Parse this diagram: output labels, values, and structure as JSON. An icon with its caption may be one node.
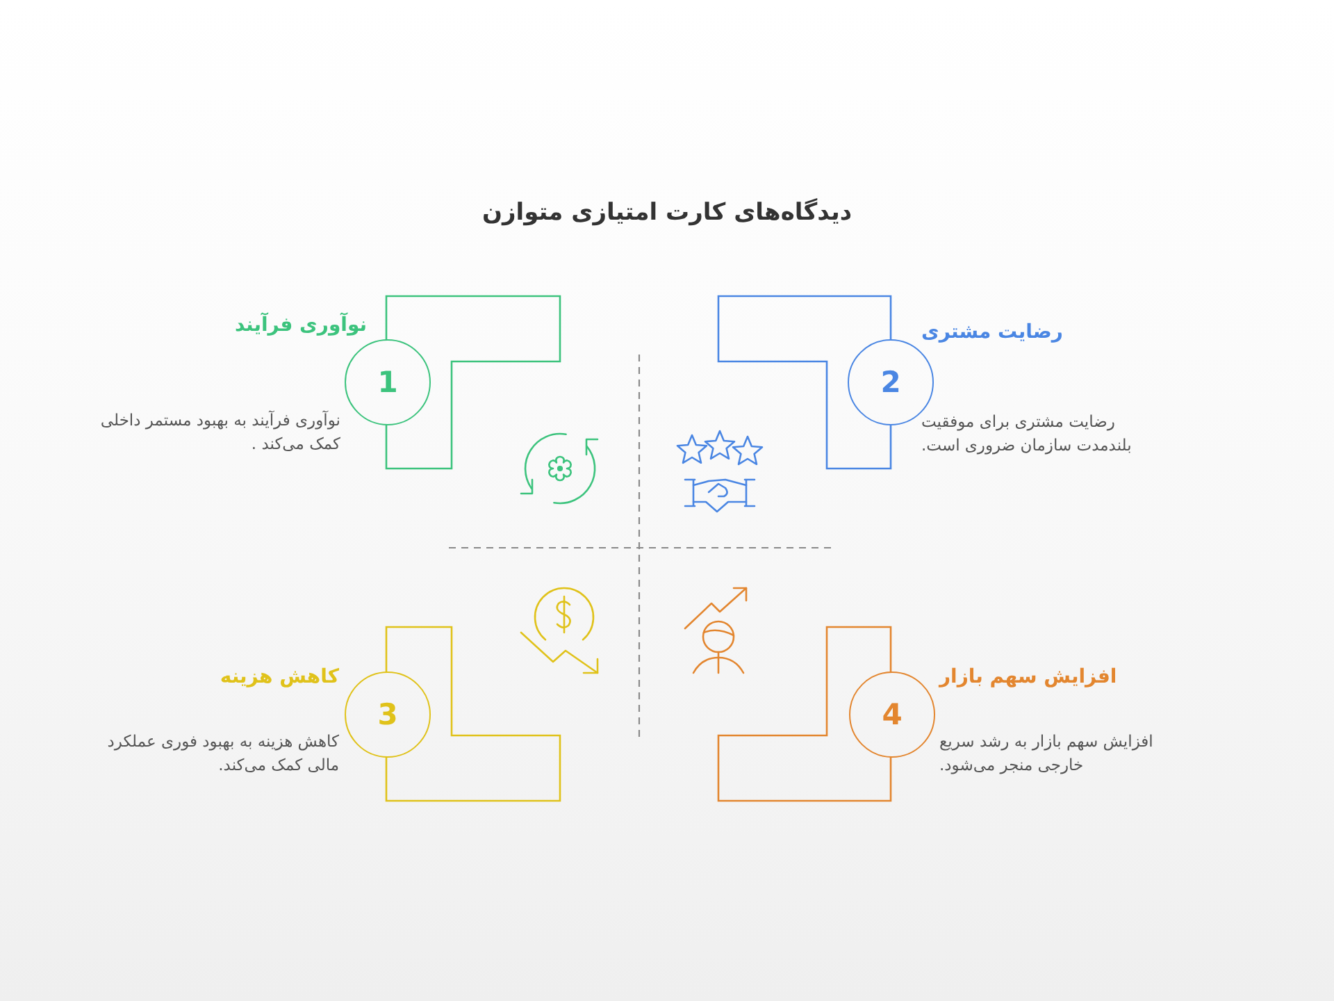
{
  "diagram": {
    "title": "دیدگاه‌های کارت امتیازی متوازن",
    "nodes": [
      {
        "text": [
          "1"
        ],
        "beside": [
          "نوآوری فرآیند",
          "نوآوری فرآیند به بهبود مستمر داخلی کمک می‌کند ."
        ]
      },
      {
        "text": [
          "2"
        ],
        "beside": [
          "رضایت مشتری",
          "رضایت مشتری برای موفقیت بلندمدت سازمان ضروری است."
        ]
      },
      {
        "text": [
          "3"
        ],
        "beside": [
          "کاهش هزینه",
          "کاهش هزینه به بهبود فوری عملکرد مالی کمک می‌کند."
        ]
      },
      {
        "text": [
          "4"
        ],
        "beside": [
          "افزایش سهم بازار",
          "افزایش سهم بازار به رشد سریع خارجی منجر می‌شود."
        ]
      }
    ]
  }
}
